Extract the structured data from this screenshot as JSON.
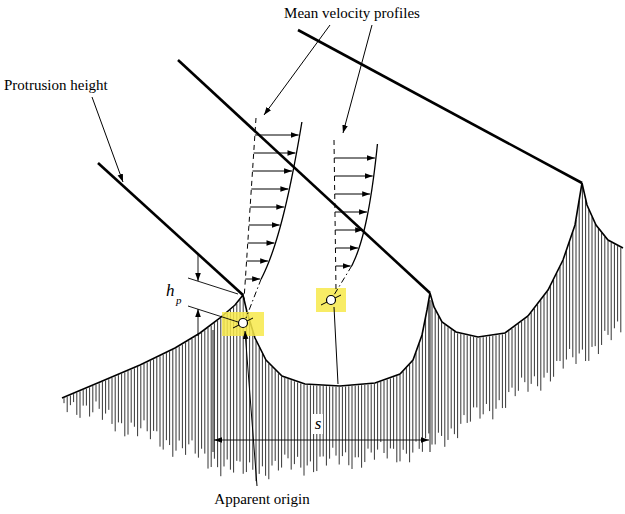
{
  "diagram": {
    "labels": [
      "Mean velocity profiles",
      "Protrusion height",
      "h",
      "p",
      "s",
      "Apparent origin"
    ]
  }
}
